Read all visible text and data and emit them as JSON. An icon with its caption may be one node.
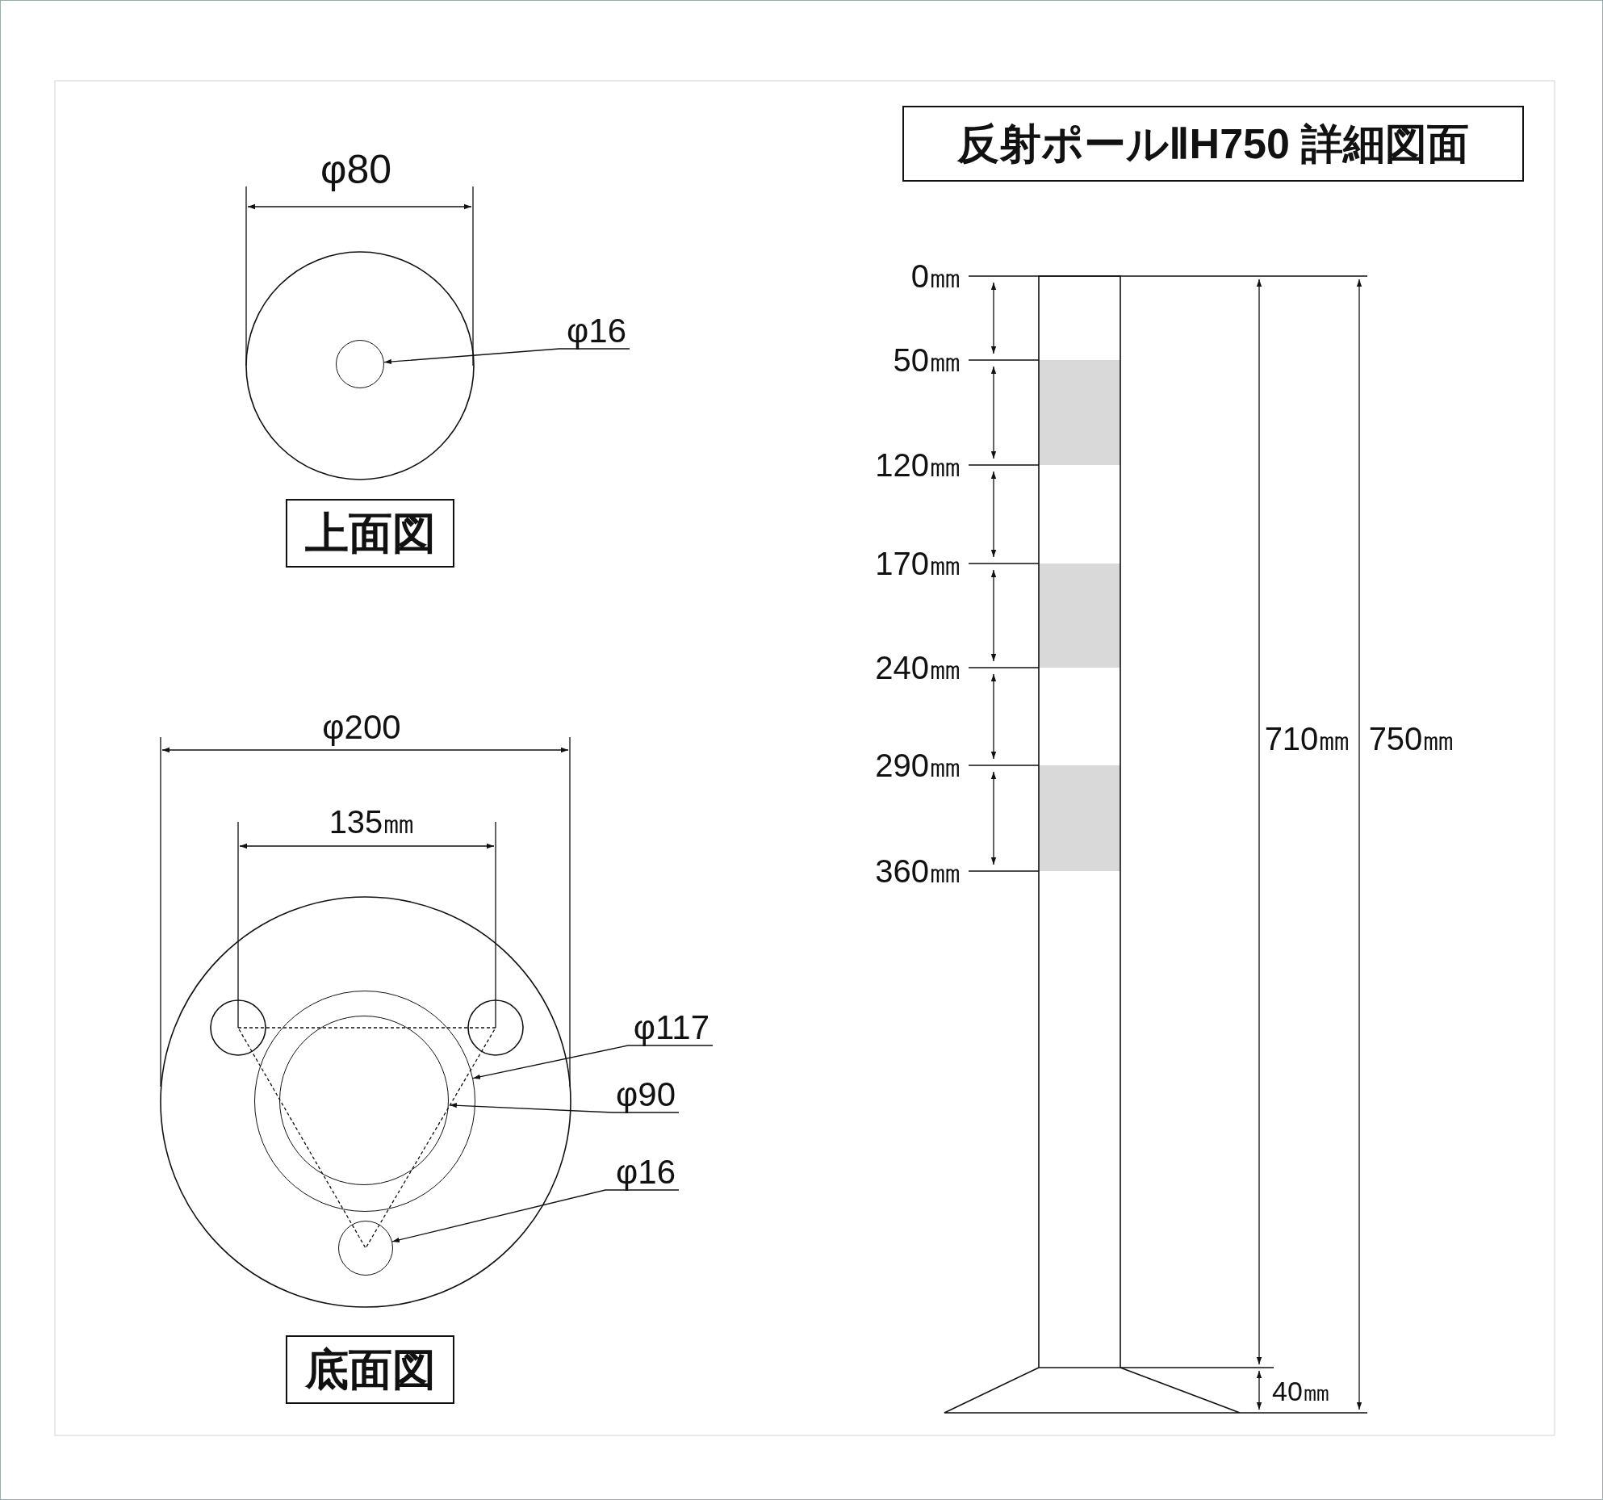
{
  "diagram": {
    "nodes": [
      {
        "text": [
          "反射ポールⅡH750 詳細図面"
        ]
      },
      {
        "text": [
          "上面図"
        ]
      },
      {
        "text": [
          "底面図"
        ]
      },
      {
        "text": [
          "φ16"
        ]
      },
      {
        "text": [],
        "shape": "circle"
      },
      {
        "text": [
          "φ117"
        ]
      },
      {
        "text": [],
        "shape": "circle"
      },
      {
        "text": [
          "φ90"
        ]
      },
      {
        "text": [],
        "shape": "circle",
        "in": 6
      },
      {
        "text": [
          "φ16"
        ]
      },
      {
        "text": [],
        "shape": "circle"
      }
    ],
    "edges": [
      {
        "from": 3,
        "to": 4,
        "arrow": "to"
      },
      {
        "from": 5,
        "to": 6,
        "arrow": "to"
      },
      {
        "from": 7,
        "to": 8,
        "arrow": "to"
      },
      {
        "from": 9,
        "to": 10,
        "arrow": "to"
      }
    ],
    "labels": [
      "φ80",
      "φ200",
      "135㎜",
      "0㎜",
      "50㎜",
      "120㎜",
      "170㎜",
      "240㎜",
      "290㎜",
      "360㎜",
      "710㎜",
      "750㎜",
      "40㎜"
    ]
  }
}
